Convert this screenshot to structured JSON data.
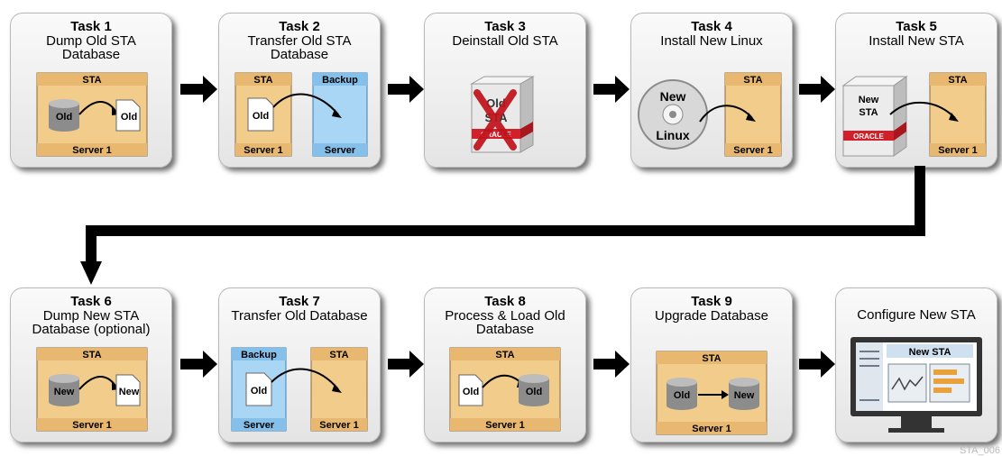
{
  "tasks": [
    {
      "title": "Task 1",
      "desc": "Dump Old STA\nDatabase",
      "icon": "database-dump-icon"
    },
    {
      "title": "Task 2",
      "desc": "Transfer Old STA\nDatabase",
      "icon": "database-transfer-icon"
    },
    {
      "title": "Task 3",
      "desc": "Deinstall Old STA",
      "icon": "software-box-deleted-icon"
    },
    {
      "title": "Task 4",
      "desc": "Install New Linux",
      "icon": "linux-disc-install-icon"
    },
    {
      "title": "Task 5",
      "desc": "Install New STA",
      "icon": "software-box-install-icon"
    },
    {
      "title": "Task 6",
      "desc": "Dump New STA\nDatabase (optional)",
      "icon": "database-dump-icon"
    },
    {
      "title": "Task 7",
      "desc": "Transfer Old Database",
      "icon": "database-transfer-icon"
    },
    {
      "title": "Task 8",
      "desc": "Process & Load Old\nDatabase",
      "icon": "database-load-icon"
    },
    {
      "title": "Task 9",
      "desc": "Upgrade Database",
      "icon": "database-upgrade-icon"
    },
    {
      "title": "",
      "desc": "Configure New STA",
      "icon": "monitor-config-icon"
    }
  ],
  "labels": {
    "sta": "STA",
    "server1": "Server 1",
    "backup": "Backup",
    "server": "Server",
    "old": "Old",
    "new": "New",
    "linux": "Linux",
    "old_sta_box": "Old\nSTA",
    "new_sta_box": "New\nSTA",
    "oracle": "ORACLE",
    "new_sta_screen": "New STA"
  },
  "figure_id": "STA_006",
  "colors": {
    "server_fill": "#f2cc8a",
    "backup_fill": "#a9d6f5",
    "oracle_red": "#d2202b",
    "delete_red": "#c0121a"
  }
}
